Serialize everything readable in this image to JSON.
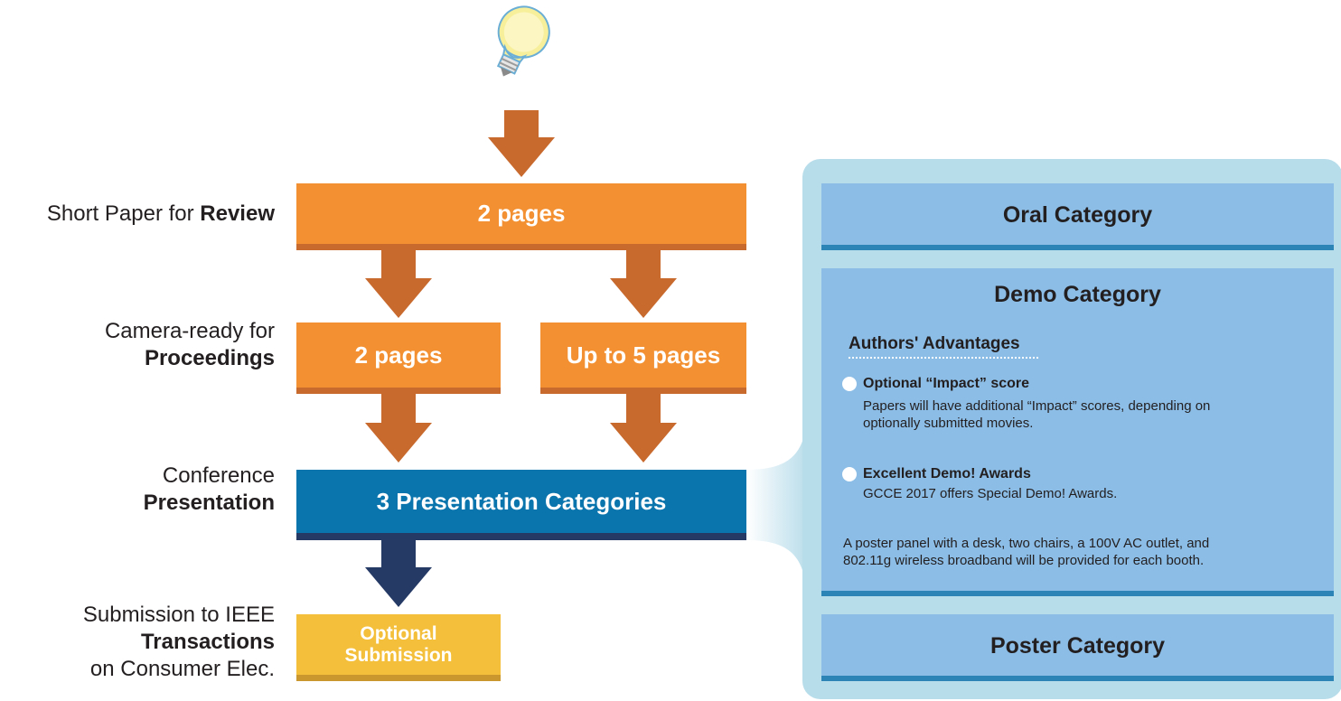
{
  "flow": {
    "review_box": "2 pages",
    "proceedings_box_left": "2 pages",
    "proceedings_box_right": "Up to 5 pages",
    "presentation_box": "3 Presentation Categories",
    "optional_box_line1": "Optional",
    "optional_box_line2": "Submission"
  },
  "labels": {
    "review_prefix": "Short Paper for ",
    "review_bold": "Review",
    "proceedings_line1": "Camera-ready for",
    "proceedings_bold": "Proceedings",
    "presentation_line1": "Conference",
    "presentation_bold": "Presentation",
    "transactions_line1": "Submission to IEEE",
    "transactions_bold": "Transactions",
    "transactions_line3": "on Consumer Elec."
  },
  "categories": {
    "oral_title": "Oral Category",
    "demo_title": "Demo Category",
    "poster_title": "Poster Category",
    "advantages_title": "Authors' Advantages",
    "item1_title": "Optional “Impact” score",
    "item1_desc_line1": "Papers will have additional “Impact” scores, depending on",
    "item1_desc_line2": "optionally submitted movies.",
    "item2_title": "Excellent Demo! Awards",
    "item2_desc": "GCCE 2017 offers Special Demo! Awards.",
    "note_line1": "A poster panel with a desk, two chairs, a 100V AC outlet, and",
    "note_line2": "802.11g wireless broadband will be provided for each booth."
  },
  "colors": {
    "orange": "#f39132",
    "arrow_orange": "#c8692e",
    "blue": "#0a74ad",
    "navy": "#263a66",
    "yellow": "#f4c03b",
    "panel": "#b7dcea",
    "category": "#8bbde6"
  }
}
